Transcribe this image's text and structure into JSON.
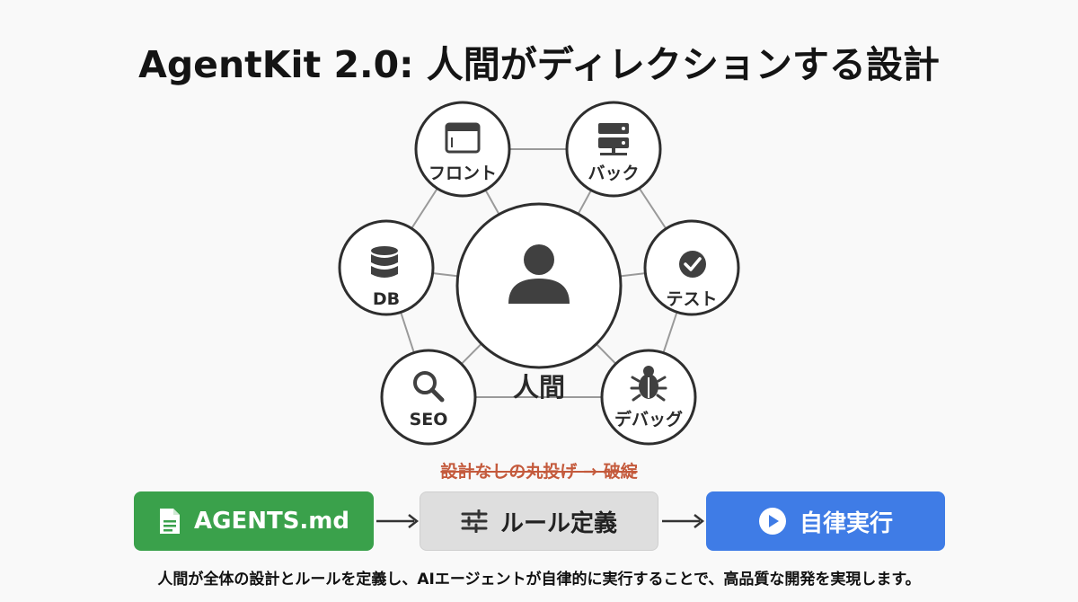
{
  "title": "AgentKit 2.0: 人間がディレクションする設計",
  "center": {
    "label": "人間",
    "icon": "person-icon"
  },
  "nodes": [
    {
      "label": "フロント",
      "icon": "browser-window-icon"
    },
    {
      "label": "バック",
      "icon": "server-icon"
    },
    {
      "label": "テスト",
      "icon": "check-circle-icon"
    },
    {
      "label": "デバッグ",
      "icon": "bug-icon"
    },
    {
      "label": "SEO",
      "icon": "magnifier-icon"
    },
    {
      "label": "DB",
      "icon": "database-icon"
    }
  ],
  "warning": "設計なしの丸投げ → 破綻",
  "flow": {
    "agents_label": "AGENTS.md",
    "agents_icon": "document-icon",
    "rules_label": "ルール定義",
    "rules_icon": "sliders-icon",
    "exec_label": "自律実行",
    "exec_icon": "play-icon",
    "colors": {
      "agents": "#3aa14b",
      "rules": "#dedede",
      "exec": "#3f7ce6"
    }
  },
  "footer": "人間が全体の設計とルールを定義し、AIエージェントが自律的に実行することで、高品質な開発を実現します。"
}
